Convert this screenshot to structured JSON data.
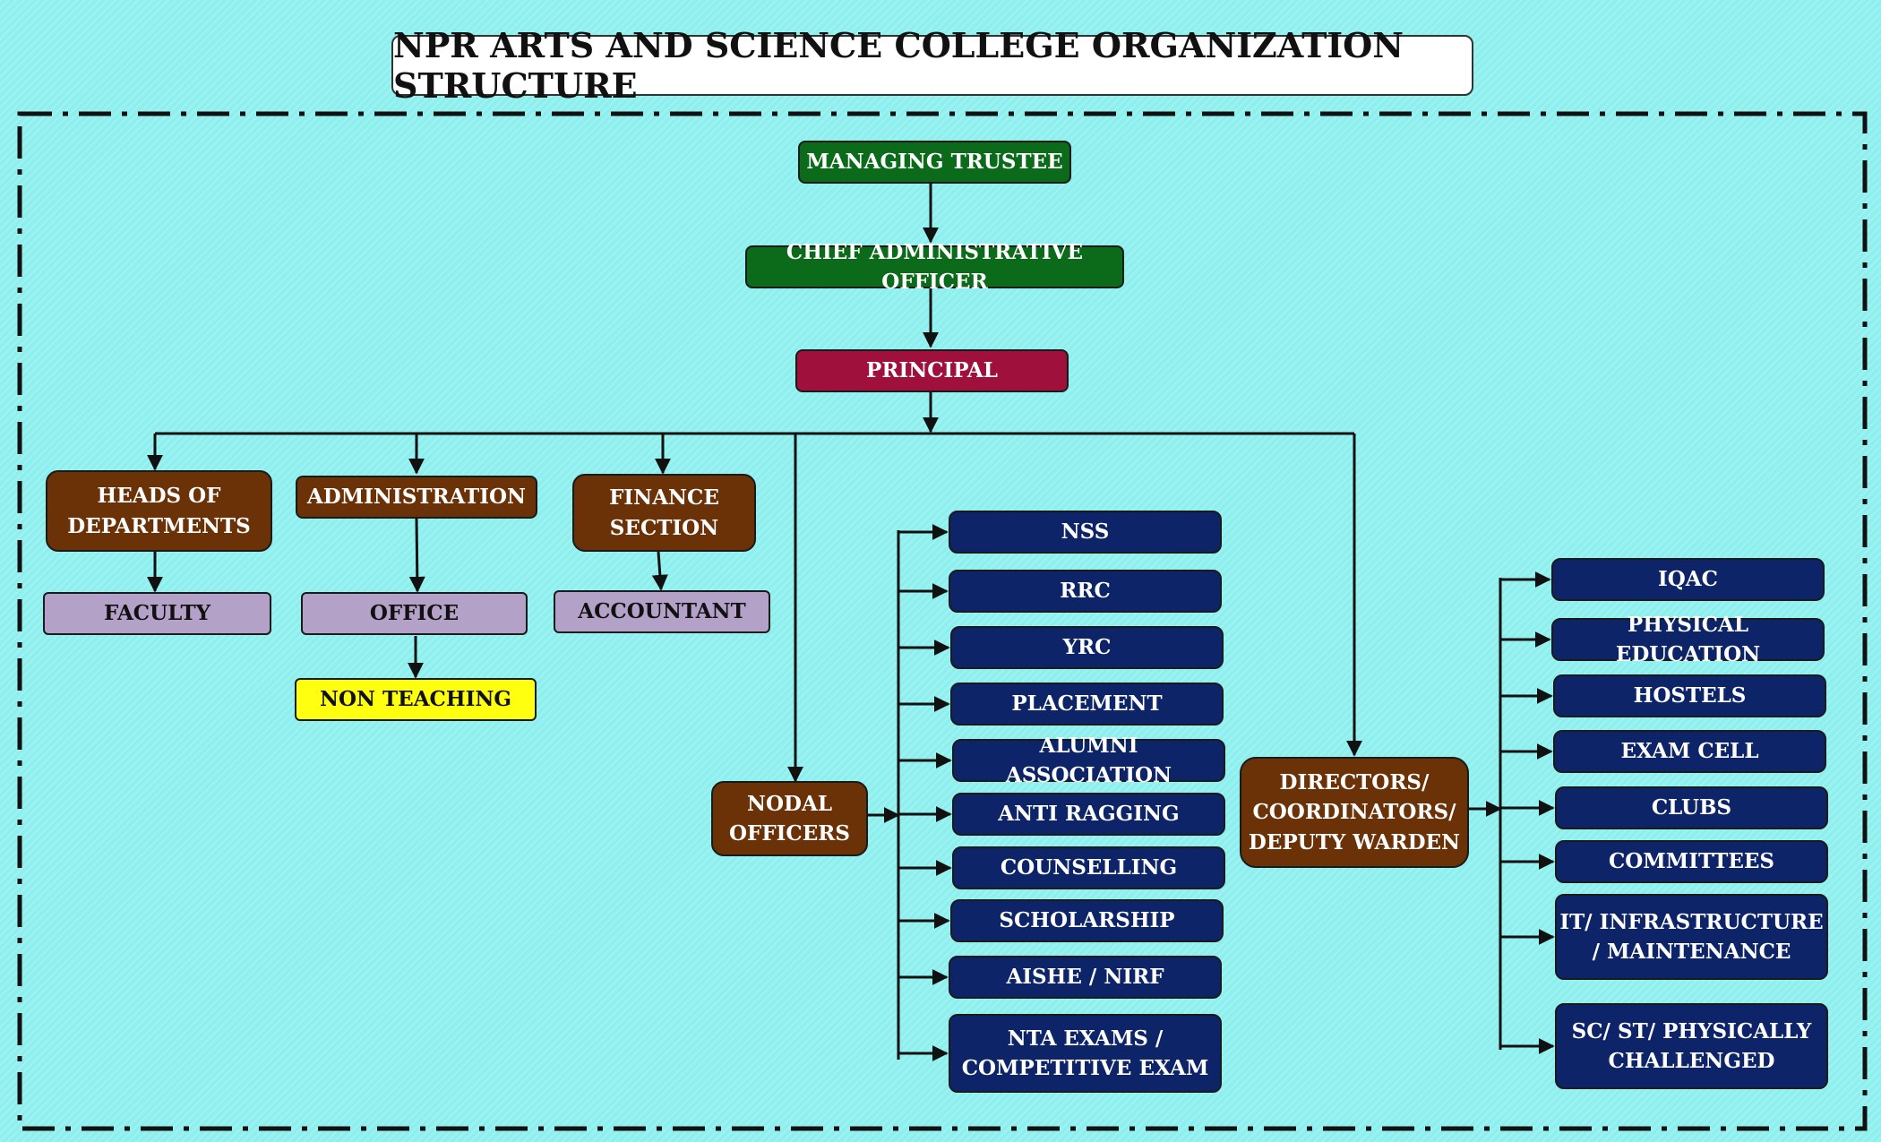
{
  "title": "NPR ARTS AND SCIENCE COLLEGE ORGANIZATION STRUCTURE",
  "colors": {
    "background": "#8ef0ee",
    "green": "#0b6b1a",
    "crimson": "#a0103c",
    "brown": "#6b3208",
    "navy": "#0d2468",
    "lavender": "#b3a1c8",
    "yellow": "#ffff10"
  },
  "hierarchy": {
    "managing_trustee": "MANAGING TRUSTEE",
    "chief_admin_officer": "CHIEF ADMINISTRATIVE OFFICER",
    "principal": "PRINCIPAL"
  },
  "branches": {
    "heads_of_departments": "HEADS OF\nDEPARTMENTS",
    "faculty": "FACULTY",
    "administration": "ADMINISTRATION",
    "office": "OFFICE",
    "non_teaching": "NON TEACHING",
    "finance_section": "FINANCE\nSECTION",
    "accountant": "ACCOUNTANT",
    "nodal_officers": "NODAL\nOFFICERS",
    "directors": "DIRECTORS/\nCOORDINATORS/\nDEPUTY WARDEN"
  },
  "nodal_items": [
    "NSS",
    "RRC",
    "YRC",
    "PLACEMENT",
    "ALUMNI ASSOCIATION",
    "ANTI RAGGING",
    "COUNSELLING",
    "SCHOLARSHIP",
    "AISHE / NIRF",
    "NTA EXAMS /\nCOMPETITIVE EXAM"
  ],
  "director_items": [
    "IQAC",
    "PHYSICAL EDUCATION",
    "HOSTELS",
    "EXAM CELL",
    "CLUBS",
    "COMMITTEES",
    "IT/ INFRASTRUCTURE\n/ MAINTENANCE",
    "SC/ ST/ PHYSICALLY\nCHALLENGED"
  ]
}
